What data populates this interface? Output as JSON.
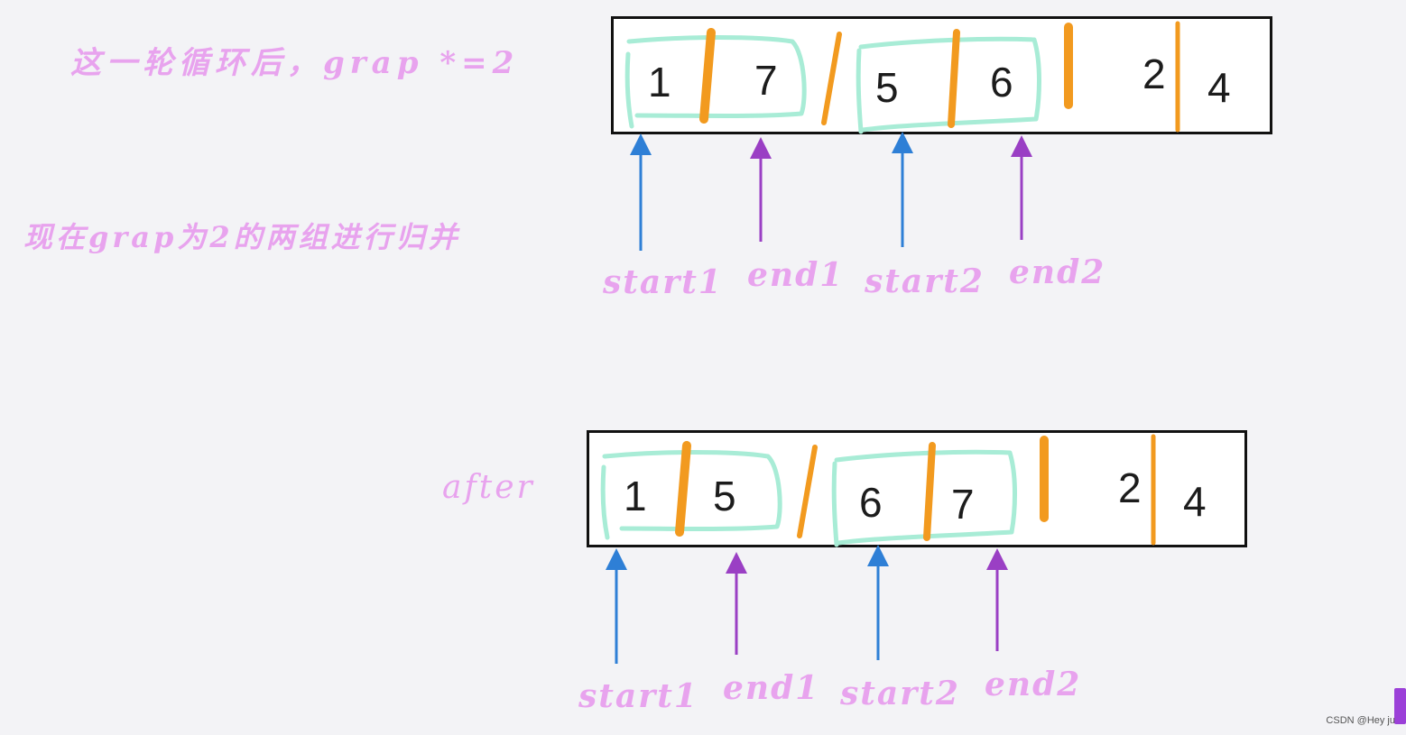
{
  "notes": {
    "top": "这一轮循环后，grap *=2",
    "mid": "现在grap为2的两组进行归并",
    "after": "after"
  },
  "before": {
    "values": [
      "1",
      "7",
      "5",
      "6",
      "2",
      "4"
    ]
  },
  "after_array": {
    "values": [
      "1",
      "5",
      "6",
      "7",
      "2",
      "4"
    ]
  },
  "pointers": {
    "start1": "start1",
    "end1": "end1",
    "start2": "start2",
    "end2": "end2"
  },
  "watermark": "CSDN @Hey ju",
  "colors": {
    "background": "#f3f3f6",
    "handwriting": "#e8a3ee",
    "divider": "#f29a1f",
    "group_outline": "#a8ecd6",
    "start_arrow": "#2e7fd6",
    "end_arrow": "#9a3fc4"
  }
}
